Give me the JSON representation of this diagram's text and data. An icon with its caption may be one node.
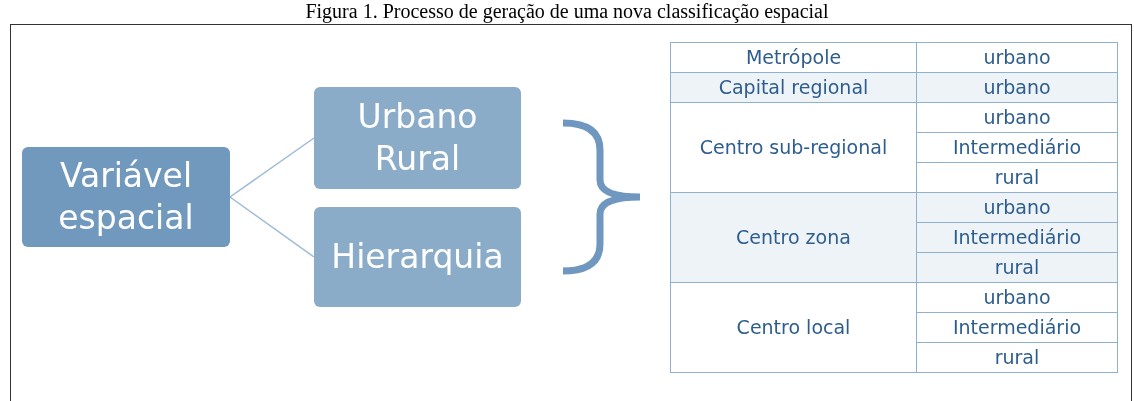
{
  "diagram": {
    "title": "Figura 1. Processo de geração de uma nova classificação espacial",
    "nodes": [
      {
        "text": [
          "Variável espacial"
        ]
      },
      {
        "text": [
          "Urbano Rural"
        ]
      },
      {
        "text": [
          "Hierarquia"
        ]
      }
    ],
    "edges": [
      {
        "from": 0,
        "to": 1,
        "arrow": "none"
      },
      {
        "from": 0,
        "to": 2,
        "arrow": "none"
      }
    ],
    "labels": [
      "Metrópole",
      "urbano",
      "Capital regional",
      "urbano",
      "Centro sub-regional",
      "urbano",
      "Intermediário",
      "rural",
      "Centro zona",
      "urbano",
      "Intermediário",
      "rural",
      "Centro local",
      "urbano",
      "Intermediário",
      "rural"
    ]
  }
}
